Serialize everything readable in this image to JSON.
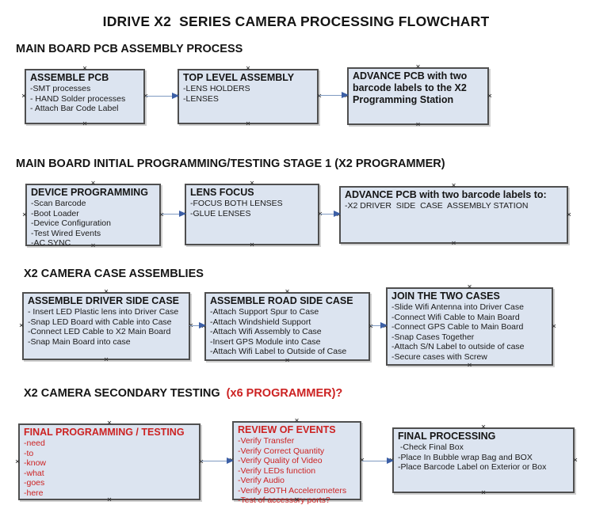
{
  "title": "IDRIVE X2  SERIES CAMERA PROCESSING FLOWCHART",
  "glyphs": {
    "handle": "×"
  },
  "colors": {
    "box_fill": "#dce4f0",
    "box_border": "#4f4f4f",
    "red_text": "#cc2222",
    "arrow_line": "#7f9ac1",
    "arrow_head": "#3c5fa6",
    "background": "#ffffff"
  },
  "sections": [
    {
      "heading": "MAIN BOARD PCB ASSEMBLY PROCESS",
      "boxes": [
        {
          "title": "ASSEMBLE PCB",
          "items": [
            "-SMT processes",
            "- HAND Solder processes",
            "- Attach Bar Code Label"
          ]
        },
        {
          "title": "TOP LEVEL ASSEMBLY",
          "items": [
            "-LENS HOLDERS",
            "-LENSES"
          ]
        },
        {
          "title": "ADVANCE PCB with two barcode labels to the X2 Programming Station",
          "items": []
        }
      ]
    },
    {
      "heading": "MAIN BOARD INITIAL PROGRAMMING/TESTING STAGE 1 (X2 PROGRAMMER)",
      "boxes": [
        {
          "title": "DEVICE PROGRAMMING",
          "items": [
            "-Scan Barcode",
            "-Boot Loader",
            "-Device Configuration",
            "-Test Wired Events",
            "-AC SYNC"
          ]
        },
        {
          "title": "LENS FOCUS",
          "items": [
            "-FOCUS BOTH LENSES",
            "-GLUE LENSES"
          ]
        },
        {
          "title": "ADVANCE PCB with two barcode labels to:",
          "items": [
            "-X2 DRIVER  SIDE  CASE  ASSEMBLY STATION"
          ]
        }
      ]
    },
    {
      "heading": "X2 CAMERA CASE ASSEMBLIES",
      "boxes": [
        {
          "title": "ASSEMBLE DRIVER SIDE CASE",
          "items": [
            "- Insert LED Plastic lens into Driver Case",
            "-Snap LED Board with Cable into Case",
            "-Connect LED Cable to X2 Main Board",
            "-Snap Main Board into case"
          ]
        },
        {
          "title": "ASSEMBLE ROAD SIDE CASE",
          "items": [
            "-Attach Support Spur to Case",
            "-Attach Windshield Support",
            "-Attach Wifi Assembly to Case",
            "-Insert GPS Module into Case",
            "-Attach Wifi Label to Outside of Case"
          ]
        },
        {
          "title": "JOIN THE TWO CASES",
          "items": [
            "-Slide Wifi Antenna into Driver Case",
            "-Connect Wifi Cable to Main Board",
            "-Connect GPS Cable to Main Board",
            "-Snap Cases Together",
            "-Attach S/N Label to outside of case",
            "-Secure cases with Screw"
          ]
        }
      ]
    },
    {
      "heading": "X2 CAMERA SECONDARY TESTING  ",
      "heading_red": "(x6 PROGRAMMER)?",
      "boxes": [
        {
          "title": "FINAL PROGRAMMING / TESTING",
          "items": [
            "-need",
            "-to",
            "-know",
            "-what",
            "-goes",
            "-here"
          ]
        },
        {
          "title": "REVIEW OF EVENTS",
          "items": [
            "-Verify Transfer",
            "-Verify Correct Quantity",
            "-Verify Quality of Video",
            "-Verify LEDs function",
            "-Verify Audio",
            "-Verify BOTH Accelerometers",
            "-Test of accessory ports?"
          ]
        },
        {
          "title": "FINAL PROCESSING",
          "items": [
            " -Check Final Box",
            "-Place In Bubble wrap Bag and BOX",
            "-Place Barcode Label on Exterior or Box"
          ]
        }
      ]
    }
  ]
}
